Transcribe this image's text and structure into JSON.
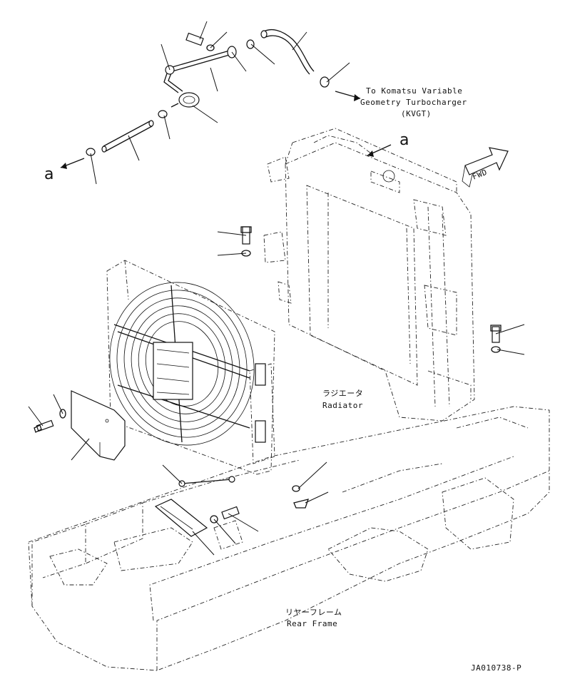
{
  "labels": {
    "turbo_line1": "To Komatsu Variable",
    "turbo_line2": "Geometry Turbocharger",
    "turbo_line3": "(KVGT)",
    "ref_a_top": "a",
    "ref_a_left": "a",
    "fwd": "FWD",
    "radiator_jp": "ラジエータ",
    "radiator_en": "Radiator",
    "rear_frame_jp": "リヤーフレーム",
    "rear_frame_en": "Rear Frame",
    "drawing_no": "JA010738-P"
  }
}
